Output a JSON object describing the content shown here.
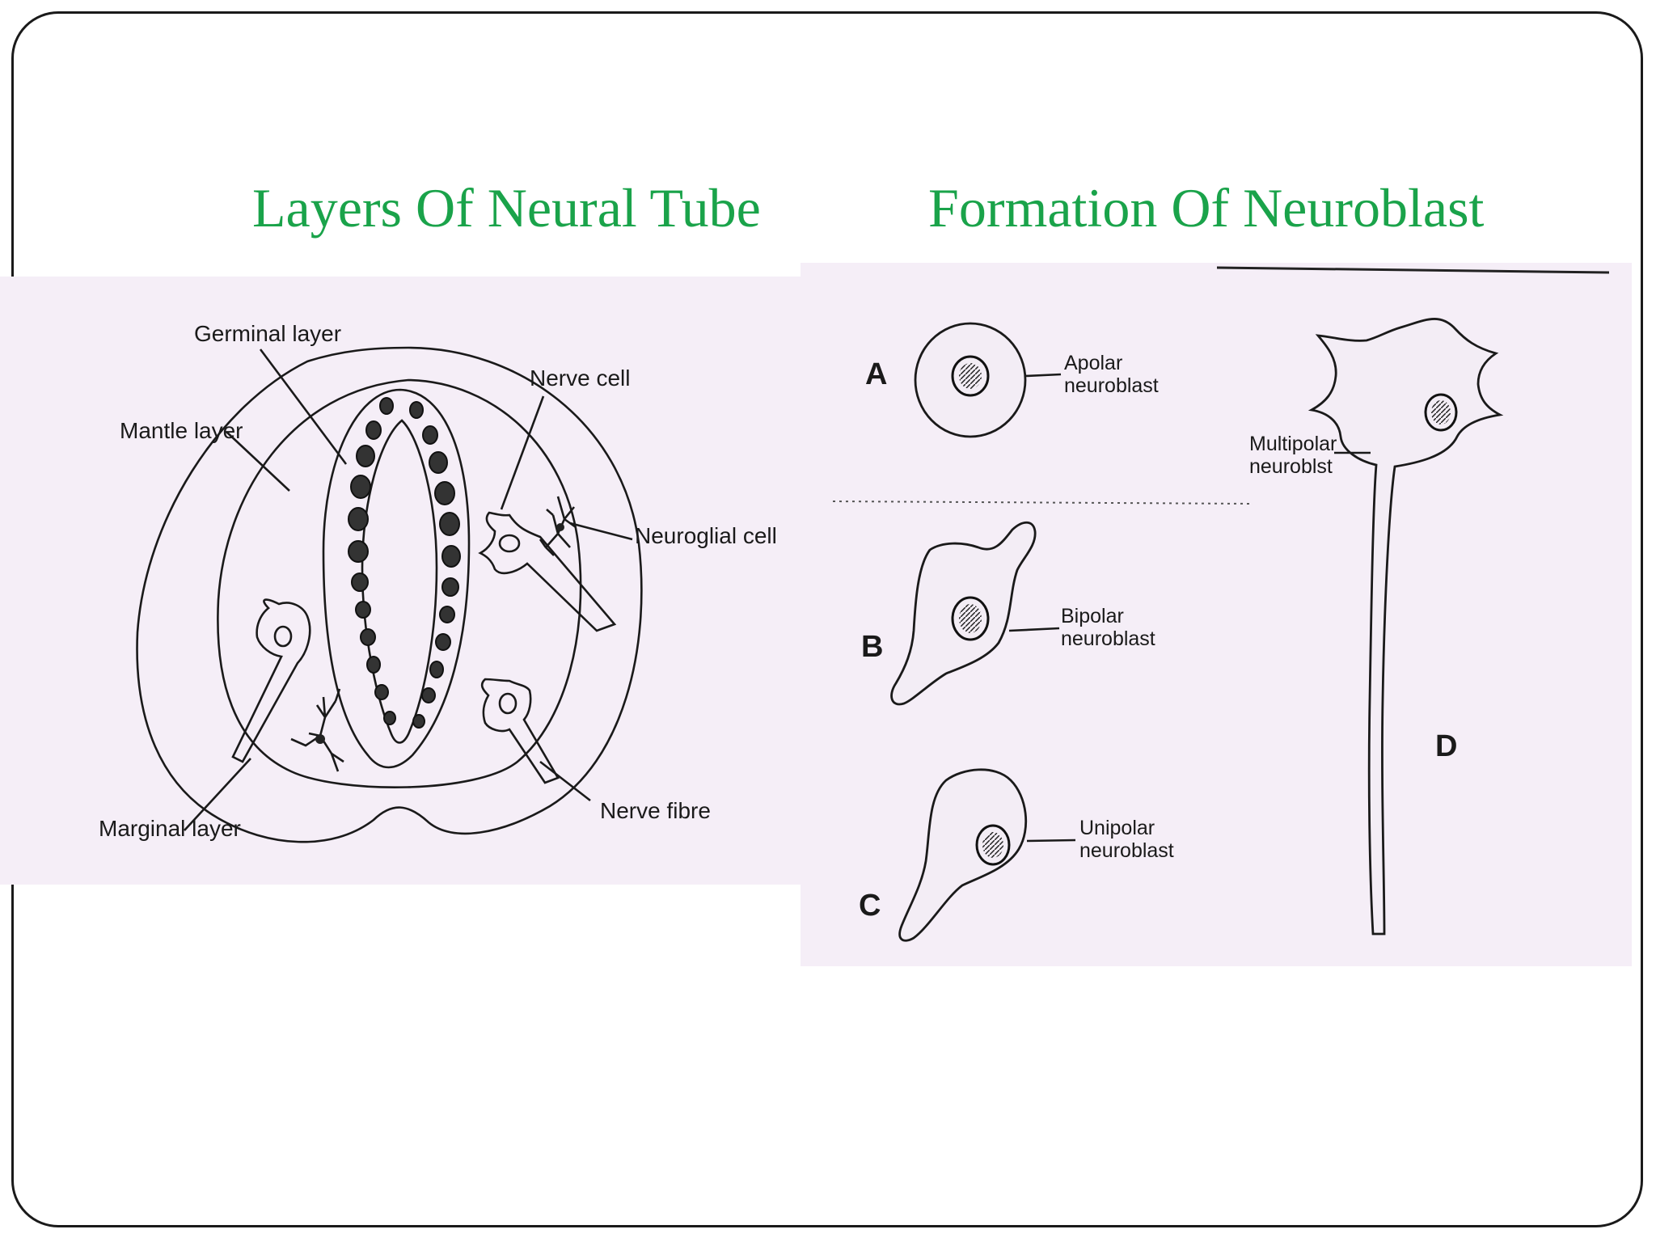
{
  "slide": {
    "title_left": "Layers Of Neural Tube",
    "title_right": "Formation Of Neuroblast"
  },
  "neural_tube": {
    "labels": {
      "germinal": "Germinal layer",
      "mantle": "Mantle layer",
      "marginal": "Marginal layer",
      "nerve_cell": "Nerve cell",
      "neuroglial_cell": "Neuroglial cell",
      "nerve_fibre": "Nerve fibre"
    }
  },
  "neuroblast": {
    "letters": {
      "a": "A",
      "b": "B",
      "c": "C",
      "d": "D"
    },
    "apolar": [
      "Apolar",
      "neuroblast"
    ],
    "bipolar": [
      "Bipolar",
      "neuroblast"
    ],
    "unipolar": [
      "Unipolar",
      "neuroblast"
    ],
    "multipolar": [
      "Multipolar",
      "neuroblst"
    ]
  },
  "colors": {
    "title": "#1aa34a",
    "panel_bg": "#f5eef7",
    "ink": "#1a1a1a"
  }
}
